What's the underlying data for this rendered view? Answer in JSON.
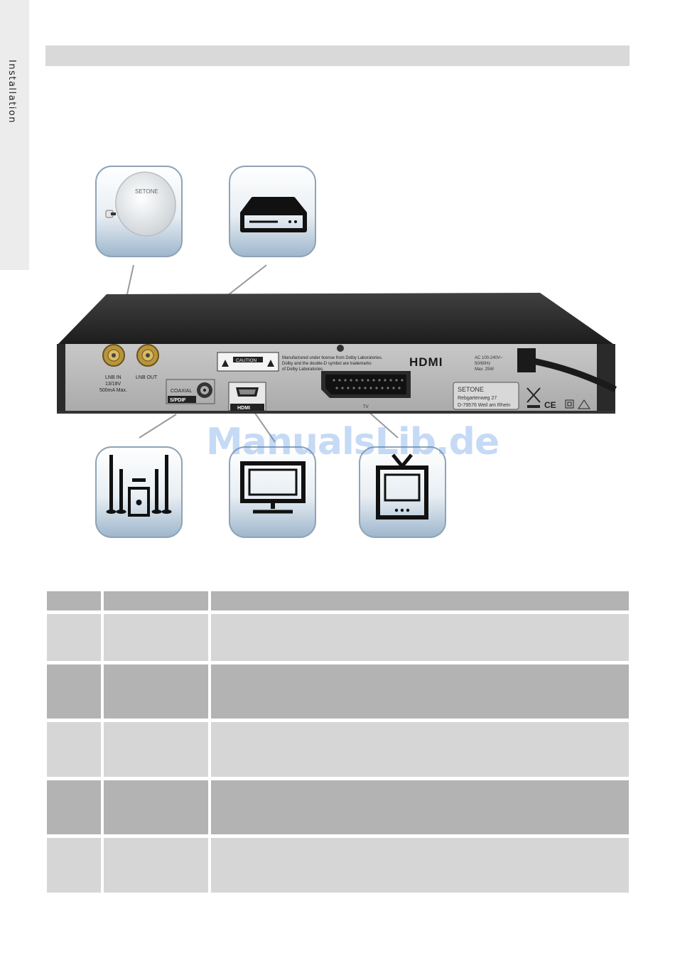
{
  "sidebar": {
    "section_label": "Installation"
  },
  "watermark": "ManualsLib.de",
  "device": {
    "lnb_in_label": "LNB IN",
    "lnb_in_spec_1": "13/18V",
    "lnb_in_spec_2": "500mA Max.",
    "lnb_out_label": "LNB OUT",
    "coaxial_label": "COAXIAL",
    "spdif_label": "S/PDIF",
    "caution_label": "CAUTION",
    "dolby_line_1": "Manufactured under license from Dolby Laboratories.",
    "dolby_line_2": "Dolby and the double-D symbol are trademarks",
    "dolby_line_3": "of Dolby Laboratories.",
    "hdmi_logo": "HDMI",
    "hdmi_port_label": "HDMI",
    "power_line_1": "AC 100-240V~",
    "power_line_2": "50/60Hz",
    "power_line_3": "Max. 25W",
    "scart_label": "TV",
    "address_brand": "SETONE",
    "address_street": "Rebgartenweg 27",
    "address_city": "D-79576 Weil am Rhein",
    "ce_mark": "CE"
  },
  "icons": {
    "satellite_dish_brand": "SETONE"
  },
  "table": {
    "rows": 6
  },
  "colors": {
    "header_bar": "#d9d9d9",
    "table_dark": "#b3b3b3",
    "table_light": "#d6d6d6",
    "icon_gradient_top": "#ffffff",
    "icon_gradient_bottom": "#9db6cc"
  }
}
